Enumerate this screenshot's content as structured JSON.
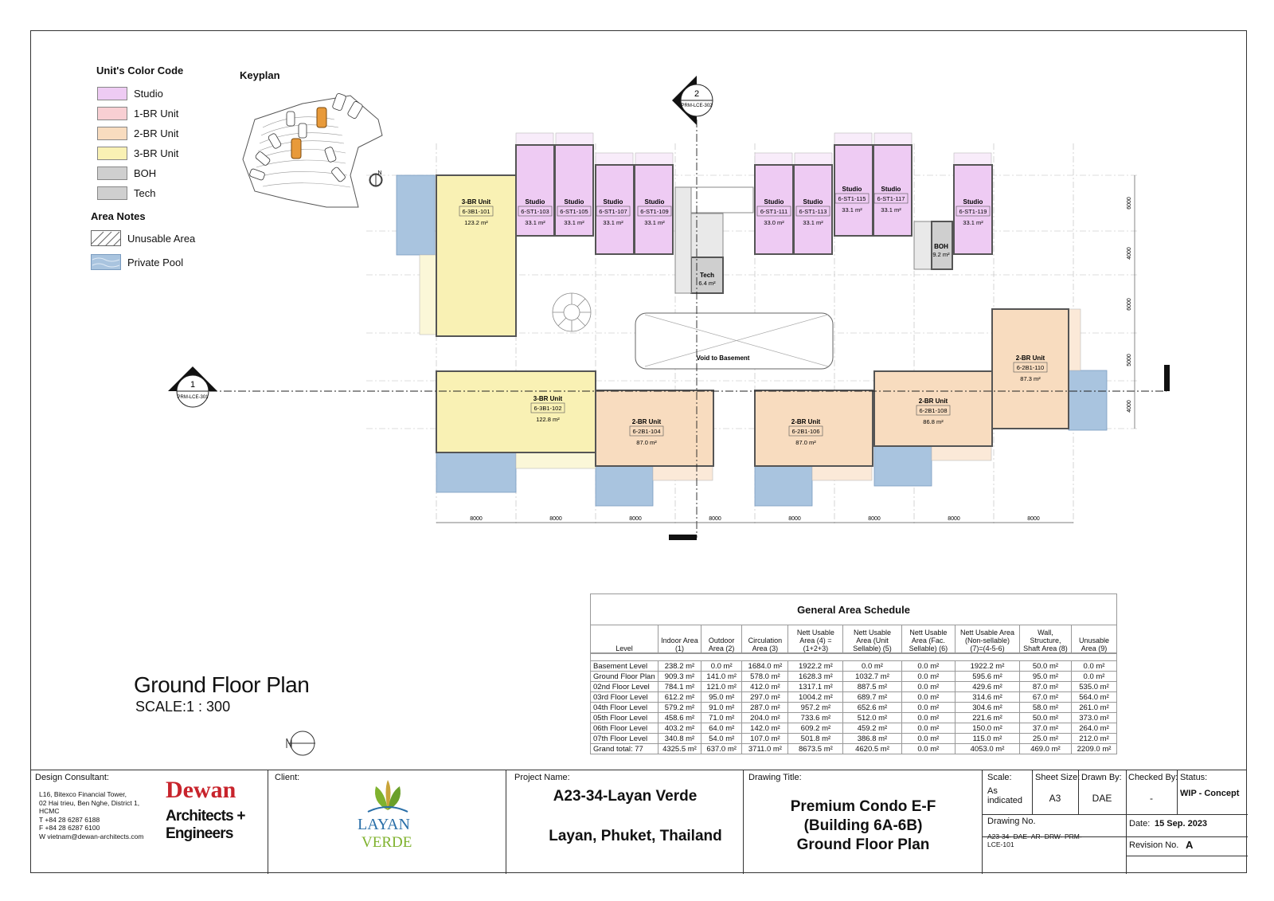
{
  "legend": {
    "title": "Unit's Color Code",
    "items": [
      {
        "label": "Studio",
        "color": "#eecbf3"
      },
      {
        "label": "1-BR Unit",
        "color": "#f8cfd3"
      },
      {
        "label": "2-BR Unit",
        "color": "#f8dcbf"
      },
      {
        "label": "3-BR Unit",
        "color": "#f9f1b4"
      },
      {
        "label": "BOH",
        "color": "#cfcfcf"
      },
      {
        "label": "Tech",
        "color": "#cfcfcf"
      }
    ],
    "area_notes_title": "Area Notes",
    "notes": [
      {
        "label": "Unusable Area"
      },
      {
        "label": "Private Pool",
        "color": "#a9c4df"
      }
    ]
  },
  "keyplan": {
    "title": "Keyplan"
  },
  "plan": {
    "title": "Ground Floor Plan",
    "scale": "SCALE:1 : 300",
    "section_1": {
      "num": "1",
      "ref": "PRM-LCE-301"
    },
    "section_2": {
      "num": "2",
      "ref": "PRM-LCE-302"
    },
    "void_label": "Void to Basement",
    "units": [
      {
        "type": "3-BR Unit",
        "code": "6-3B1-101",
        "area": "123.2 m²"
      },
      {
        "type": "Studio",
        "code": "6-ST1-103",
        "area": "33.1 m²"
      },
      {
        "type": "Studio",
        "code": "6-ST1-105",
        "area": "33.1 m²"
      },
      {
        "type": "Studio",
        "code": "6-ST1-107",
        "area": "33.1 m²"
      },
      {
        "type": "Studio",
        "code": "6-ST1-109",
        "area": "33.1 m²"
      },
      {
        "type": "Studio",
        "code": "6-ST1-111",
        "area": "33.0 m²"
      },
      {
        "type": "Studio",
        "code": "6-ST1-113",
        "area": "33.1 m²"
      },
      {
        "type": "Studio",
        "code": "6-ST1-115",
        "area": "33.1 m²"
      },
      {
        "type": "Studio",
        "code": "6-ST1-117",
        "area": "33.1 m²"
      },
      {
        "type": "Studio",
        "code": "6-ST1-119",
        "area": "33.1 m²"
      },
      {
        "type": "3-BR Unit",
        "code": "6-3B1-102",
        "area": "122.8 m²"
      },
      {
        "type": "2-BR Unit",
        "code": "6-2B1-104",
        "area": "87.0 m²"
      },
      {
        "type": "2-BR Unit",
        "code": "6-2B1-106",
        "area": "87.0 m²"
      },
      {
        "type": "2-BR Unit",
        "code": "6-2B1-108",
        "area": "86.8 m²"
      },
      {
        "type": "2-BR Unit",
        "code": "6-2B1-110",
        "area": "87.3 m²"
      }
    ],
    "tech": {
      "label": "Tech",
      "area": "6.4 m²"
    },
    "boh": {
      "label": "BOH",
      "area": "9.2 m²"
    },
    "bottom_dims": [
      "8000",
      "8000",
      "8000",
      "8000",
      "8000",
      "8000",
      "8000",
      "8000"
    ],
    "side_dims": [
      "6000",
      "4000",
      "6000",
      "5000",
      "4000"
    ]
  },
  "schedule": {
    "title": "General Area Schedule",
    "headers": [
      "Level",
      "Indoor Area (1)",
      "Outdoor Area (2)",
      "Circulation Area (3)",
      "Nett Usable Area (4) = (1+2+3)",
      "Nett Usable Area (Unit Sellable) (5)",
      "Nett Usable Area (Fac. Sellable) (6)",
      "Nett Usable Area (Non-sellable) (7)=(4-5-6)",
      "Wall, Structure, Shaft Area (8)",
      "Unusable Area (9)"
    ],
    "rows": [
      [
        "Basement Level",
        "238.2 m²",
        "0.0 m²",
        "1684.0 m²",
        "1922.2 m²",
        "0.0 m²",
        "0.0 m²",
        "1922.2 m²",
        "50.0 m²",
        "0.0 m²"
      ],
      [
        "Ground Floor Plan",
        "909.3 m²",
        "141.0 m²",
        "578.0 m²",
        "1628.3 m²",
        "1032.7 m²",
        "0.0 m²",
        "595.6 m²",
        "95.0 m²",
        "0.0 m²"
      ],
      [
        "02nd Floor Level",
        "784.1 m²",
        "121.0 m²",
        "412.0 m²",
        "1317.1 m²",
        "887.5 m²",
        "0.0 m²",
        "429.6 m²",
        "87.0 m²",
        "535.0 m²"
      ],
      [
        "03rd Floor Level",
        "612.2 m²",
        "95.0 m²",
        "297.0 m²",
        "1004.2 m²",
        "689.7 m²",
        "0.0 m²",
        "314.6 m²",
        "67.0 m²",
        "564.0 m²"
      ],
      [
        "04th Floor Level",
        "579.2 m²",
        "91.0 m²",
        "287.0 m²",
        "957.2 m²",
        "652.6 m²",
        "0.0 m²",
        "304.6 m²",
        "58.0 m²",
        "261.0 m²"
      ],
      [
        "05th Floor Level",
        "458.6 m²",
        "71.0 m²",
        "204.0 m²",
        "733.6 m²",
        "512.0 m²",
        "0.0 m²",
        "221.6 m²",
        "50.0 m²",
        "373.0 m²"
      ],
      [
        "06th Floor Level",
        "403.2 m²",
        "64.0 m²",
        "142.0 m²",
        "609.2 m²",
        "459.2 m²",
        "0.0 m²",
        "150.0 m²",
        "37.0 m²",
        "264.0 m²"
      ],
      [
        "07th Floor Level",
        "340.8 m²",
        "54.0 m²",
        "107.0 m²",
        "501.8 m²",
        "386.8 m²",
        "0.0 m²",
        "115.0 m²",
        "25.0 m²",
        "212.0 m²"
      ]
    ],
    "total": [
      "Grand total: 77",
      "4325.5 m²",
      "637.0 m²",
      "3711.0 m²",
      "8673.5 m²",
      "4620.5 m²",
      "0.0 m²",
      "4053.0 m²",
      "469.0 m²",
      "2209.0 m²"
    ]
  },
  "titleblock": {
    "consultant_label": "Design Consultant:",
    "consultant_address": [
      "L16, Bitexco Financial Tower,",
      "02 Hai trieu, Ben Nghe, District 1,",
      "HCMC",
      "T  +84 28 6287 6188",
      "F  +84 28 6287 6100",
      "W  vietnam@dewan-architects.com"
    ],
    "dewan_logo": "Dewan",
    "dewan_sub1": "Architects +",
    "dewan_sub2": "Engineers",
    "client_label": "Client:",
    "client_logo1": "LAYAN",
    "client_logo2": "VERDE",
    "project_label": "Project Name:",
    "project_name": "A23-34-Layan Verde",
    "project_location": "Layan, Phuket, Thailand",
    "drawing_title_label": "Drawing Title:",
    "drawing_title": [
      "Premium Condo E-F",
      "(Building 6A-6B)",
      "Ground Floor Plan"
    ],
    "scale_label": "Scale:",
    "scale_value": "As indicated",
    "sheet_label": "Sheet Size:",
    "sheet_value": "A3",
    "drawn_label": "Drawn By:",
    "drawn_value": "DAE",
    "checked_label": "Checked By:",
    "checked_value": "-",
    "status_label": "Status:",
    "status_value": "WIP - Concept",
    "drawing_no_label": "Drawing No.",
    "drawing_no": "A23-34- DAE- AR- DRW- PRM-LCE-101",
    "date_label": "Date:",
    "date_value": "15 Sep. 2023",
    "revision_label": "Revision No.",
    "revision_value": "A"
  }
}
